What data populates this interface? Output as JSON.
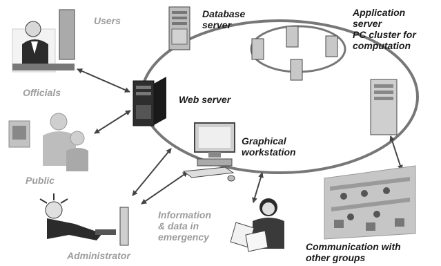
{
  "labels": {
    "users": "Users",
    "officials": "Officials",
    "public": "Public",
    "administrator": "Administrator",
    "database_server": [
      "Database",
      "server"
    ],
    "web_server": "Web server",
    "application_server": [
      "Application",
      "server",
      "PC cluster for",
      "computation"
    ],
    "graphical_workstation": [
      "Graphical",
      "workstation"
    ],
    "information": [
      "Information",
      "& data in",
      "emergency"
    ],
    "communication": [
      "Communication with",
      "other groups"
    ]
  },
  "colors": {
    "ink": "#1a1a1a",
    "muted_label": "#9c9c9c",
    "link_line": "#555555"
  }
}
